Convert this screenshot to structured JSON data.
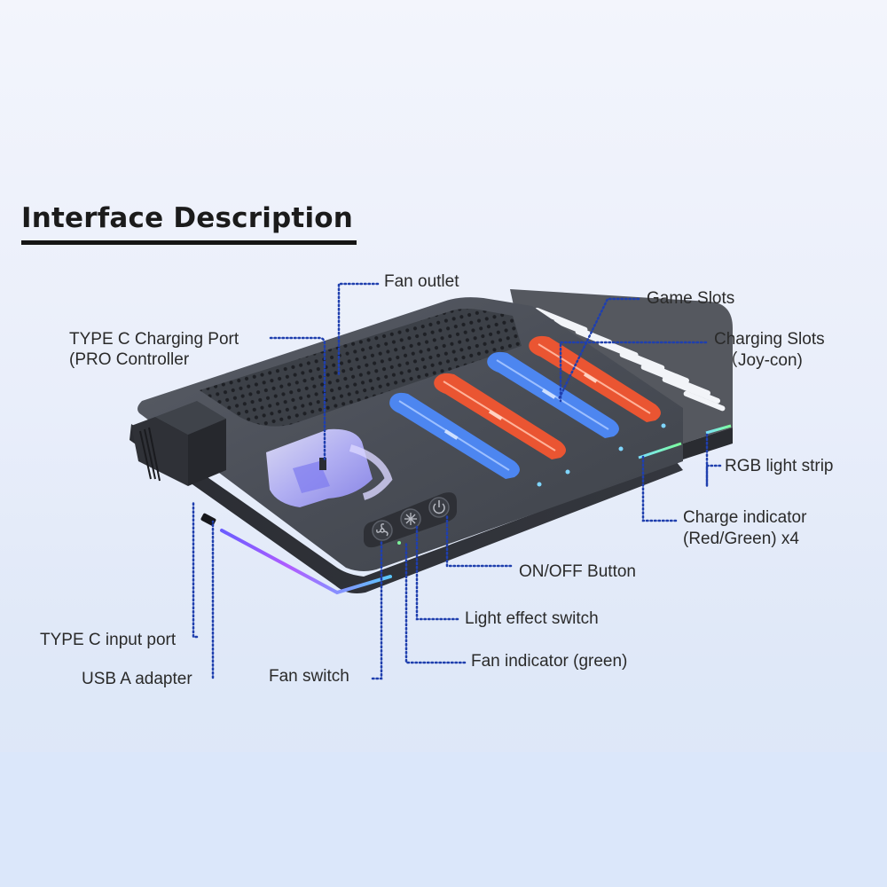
{
  "title": "Interface Description",
  "labels": {
    "fan_outlet": "Fan outlet",
    "game_slots": "Game Slots",
    "charging_slots_1": "Charging Slots",
    "charging_slots_2": "（Joy-con)",
    "type_c_charging_1": "TYPE C Charging Port",
    "type_c_charging_2": "(PRO Controller",
    "rgb_light_strip": "RGB light strip",
    "charge_indicator_1": "Charge indicator",
    "charge_indicator_2": "(Red/Green) x4",
    "on_off_button": "ON/OFF Button",
    "light_effect_switch": "Light effect switch",
    "fan_indicator": "Fan indicator (green)",
    "fan_switch": "Fan switch",
    "type_c_input": "TYPE C input port",
    "usb_a_adapter": "USB A adapter"
  },
  "colors": {
    "leader_line": "#1f3fae",
    "body": "#4a4d55",
    "blue_slot": "#3b6ee0",
    "red_slot": "#e0462a",
    "rgb_glow": "#8a5cff"
  },
  "icons": [
    "fan-icon",
    "light-effect-icon",
    "power-icon"
  ]
}
